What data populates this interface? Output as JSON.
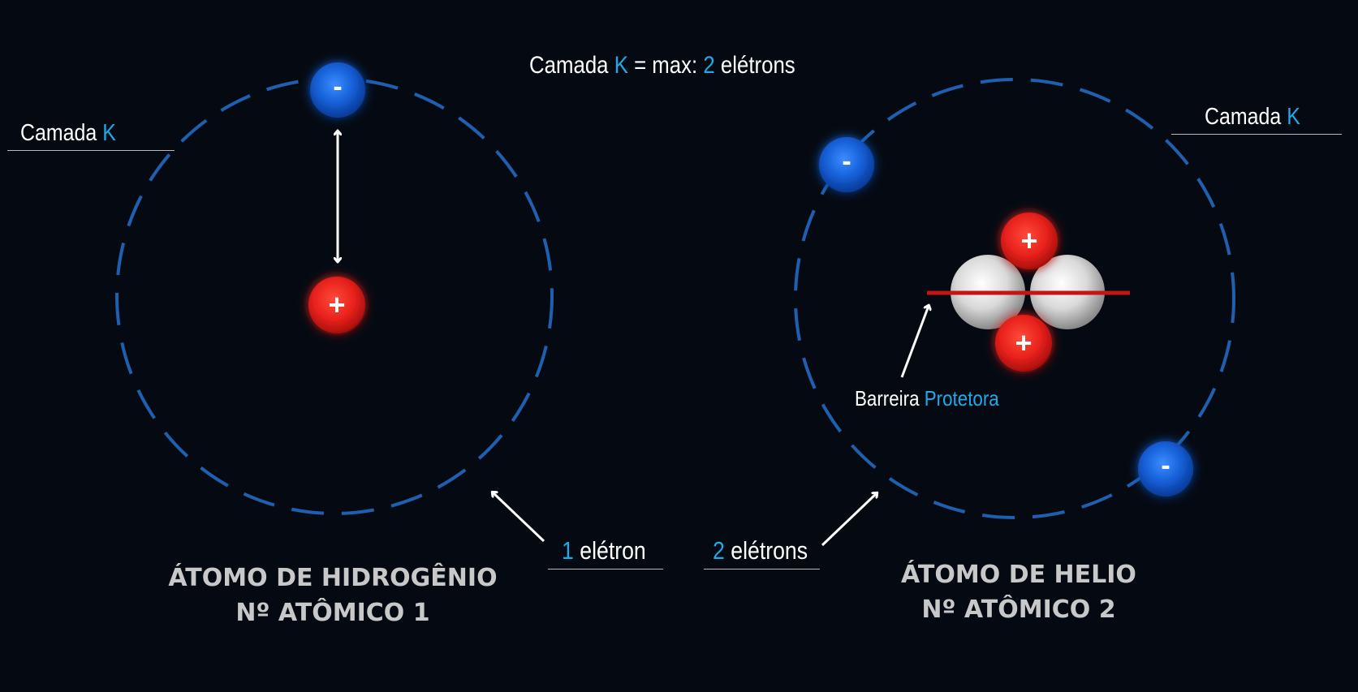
{
  "header": {
    "part1": "Camada ",
    "k": "K",
    "part2": " = max: ",
    "num": "2",
    "part3": " elétrons"
  },
  "hydrogen": {
    "shell_label": "Camada ",
    "shell_k": "K",
    "count_num": "1",
    "count_text": " elétron",
    "title_line1": "ÁTOMO DE  HIDROGÊNIO",
    "title_line2": "Nº ATÔMICO 1",
    "electron_sign": "-",
    "proton_sign": "+"
  },
  "helium": {
    "shell_label": "Camada ",
    "shell_k": "K",
    "count_num": "2",
    "count_text": " elétrons",
    "title_line1": "ÁTOMO DE HELIO",
    "title_line2": "Nº ATÔMICO 2",
    "barrier_label": "Barreira ",
    "barrier_highlight": "Protetora",
    "electron_sign": "-",
    "proton_sign": "+"
  },
  "colors": {
    "background": "#050a12",
    "highlight": "#1fa9e8",
    "orbit": "#1f5fb0",
    "electron": "#1560d8",
    "proton": "#e8211c",
    "neutron": "#d9d9d9",
    "barrier": "#c41414"
  }
}
